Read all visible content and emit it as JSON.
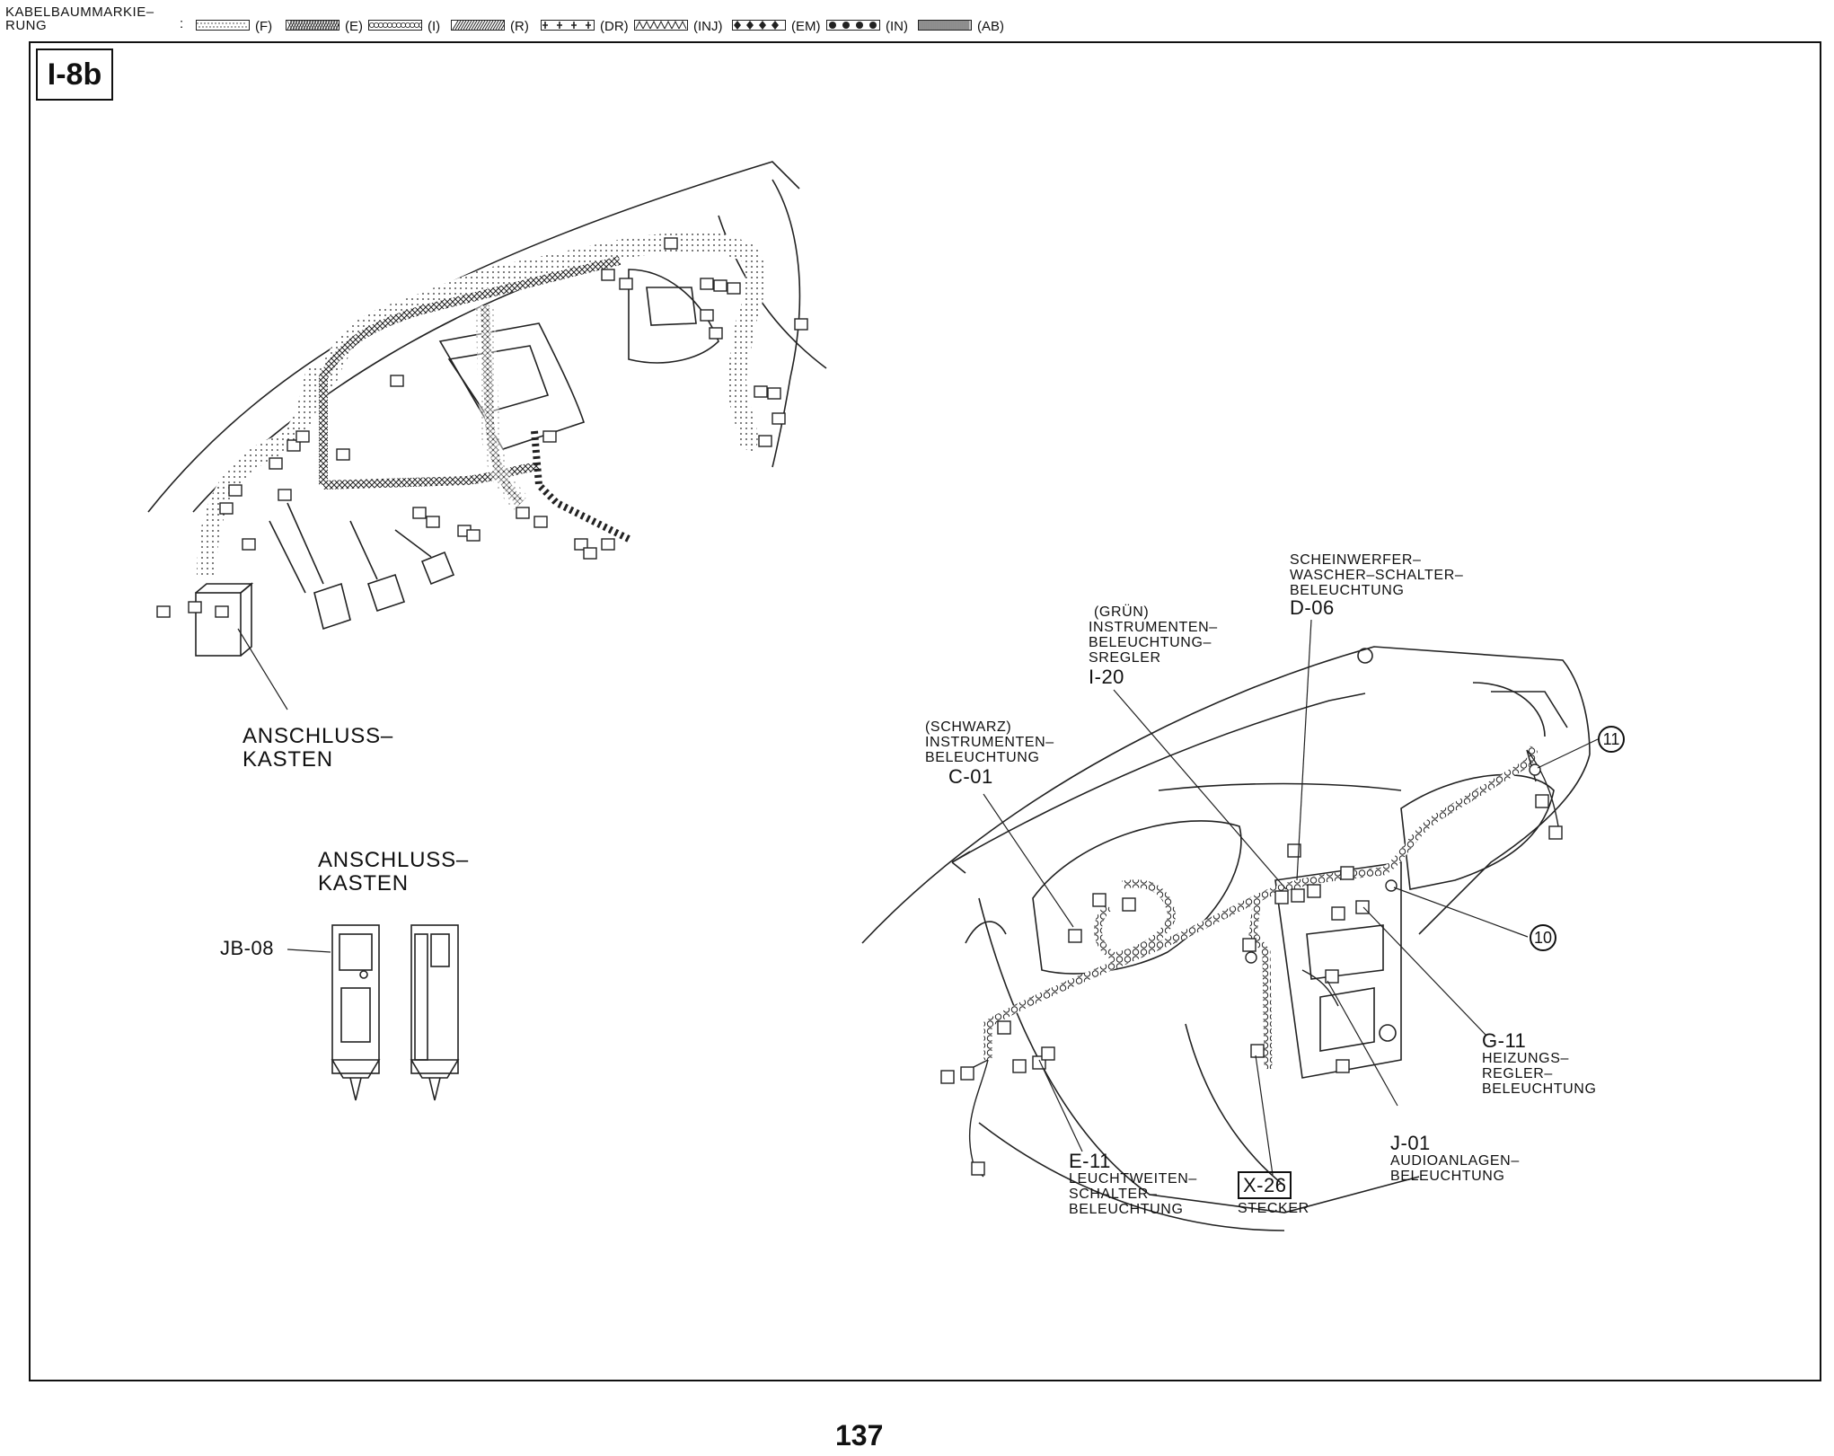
{
  "legend": {
    "heading_line1": "KABELBAUMMARKIE–",
    "heading_line2": "RUNG",
    "colon": ":",
    "items": [
      {
        "code": "(F)",
        "pattern": "dots"
      },
      {
        "code": "(E)",
        "pattern": "diag-dense"
      },
      {
        "code": "(I)",
        "pattern": "hex"
      },
      {
        "code": "(R)",
        "pattern": "diag"
      },
      {
        "code": "(DR)",
        "pattern": "plus"
      },
      {
        "code": "(INJ)",
        "pattern": "zigzag"
      },
      {
        "code": "(EM)",
        "pattern": "diamond"
      },
      {
        "code": "(IN)",
        "pattern": "dots-big"
      },
      {
        "code": "(AB)",
        "pattern": "grid"
      }
    ]
  },
  "section_tag": "I-8b",
  "upper_diagram": {
    "junction_box_label_1": "ANSCHLUSS–",
    "junction_box_label_2": "KASTEN"
  },
  "junction_box_detail": {
    "title_1": "ANSCHLUSS–",
    "title_2": "KASTEN",
    "connector": "JB-08"
  },
  "callouts": {
    "d06": {
      "line1": "SCHEINWERFER–",
      "line2": "WASCHER–SCHALTER–",
      "line3": "BELEUCHTUNG",
      "code": "D-06"
    },
    "i20": {
      "line1": "(GRÜN)",
      "line2": "INSTRUMENTEN–",
      "line3": "BELEUCHTUNG–",
      "line4": "SREGLER",
      "code": "I-20"
    },
    "c01": {
      "line1": "(SCHWARZ)",
      "line2": "INSTRUMENTEN–",
      "line3": "BELEUCHTUNG",
      "code": "C-01"
    },
    "n11": "11",
    "n10": "10",
    "g11": {
      "code": "G-11",
      "line1": "HEIZUNGS–",
      "line2": "REGLER–",
      "line3": "BELEUCHTUNG"
    },
    "j01": {
      "code": "J-01",
      "line1": "AUDIOANLAGEN–",
      "line2": "BELEUCHTUNG"
    },
    "e11": {
      "code": "E-11",
      "line1": "LEUCHTWEITEN–",
      "line2": "SCHALTER–",
      "line3": "BELEUCHTUNG"
    },
    "x26": {
      "code": "X-26",
      "line1": "STECKER"
    }
  },
  "page_number": "137"
}
